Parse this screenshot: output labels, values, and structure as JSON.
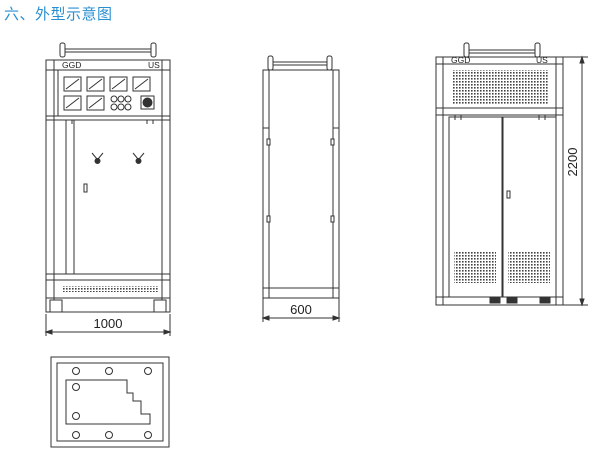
{
  "title": "六、外型示意图",
  "views": {
    "front": {
      "label_left": "GGD",
      "label_right": "US",
      "width_dim": "1000"
    },
    "side": {
      "width_dim": "600"
    },
    "rear": {
      "label_left": "GGD",
      "label_right": "US",
      "height_dim": "2200"
    }
  },
  "colors": {
    "title": "#2a8fd0",
    "line": "#333333"
  }
}
